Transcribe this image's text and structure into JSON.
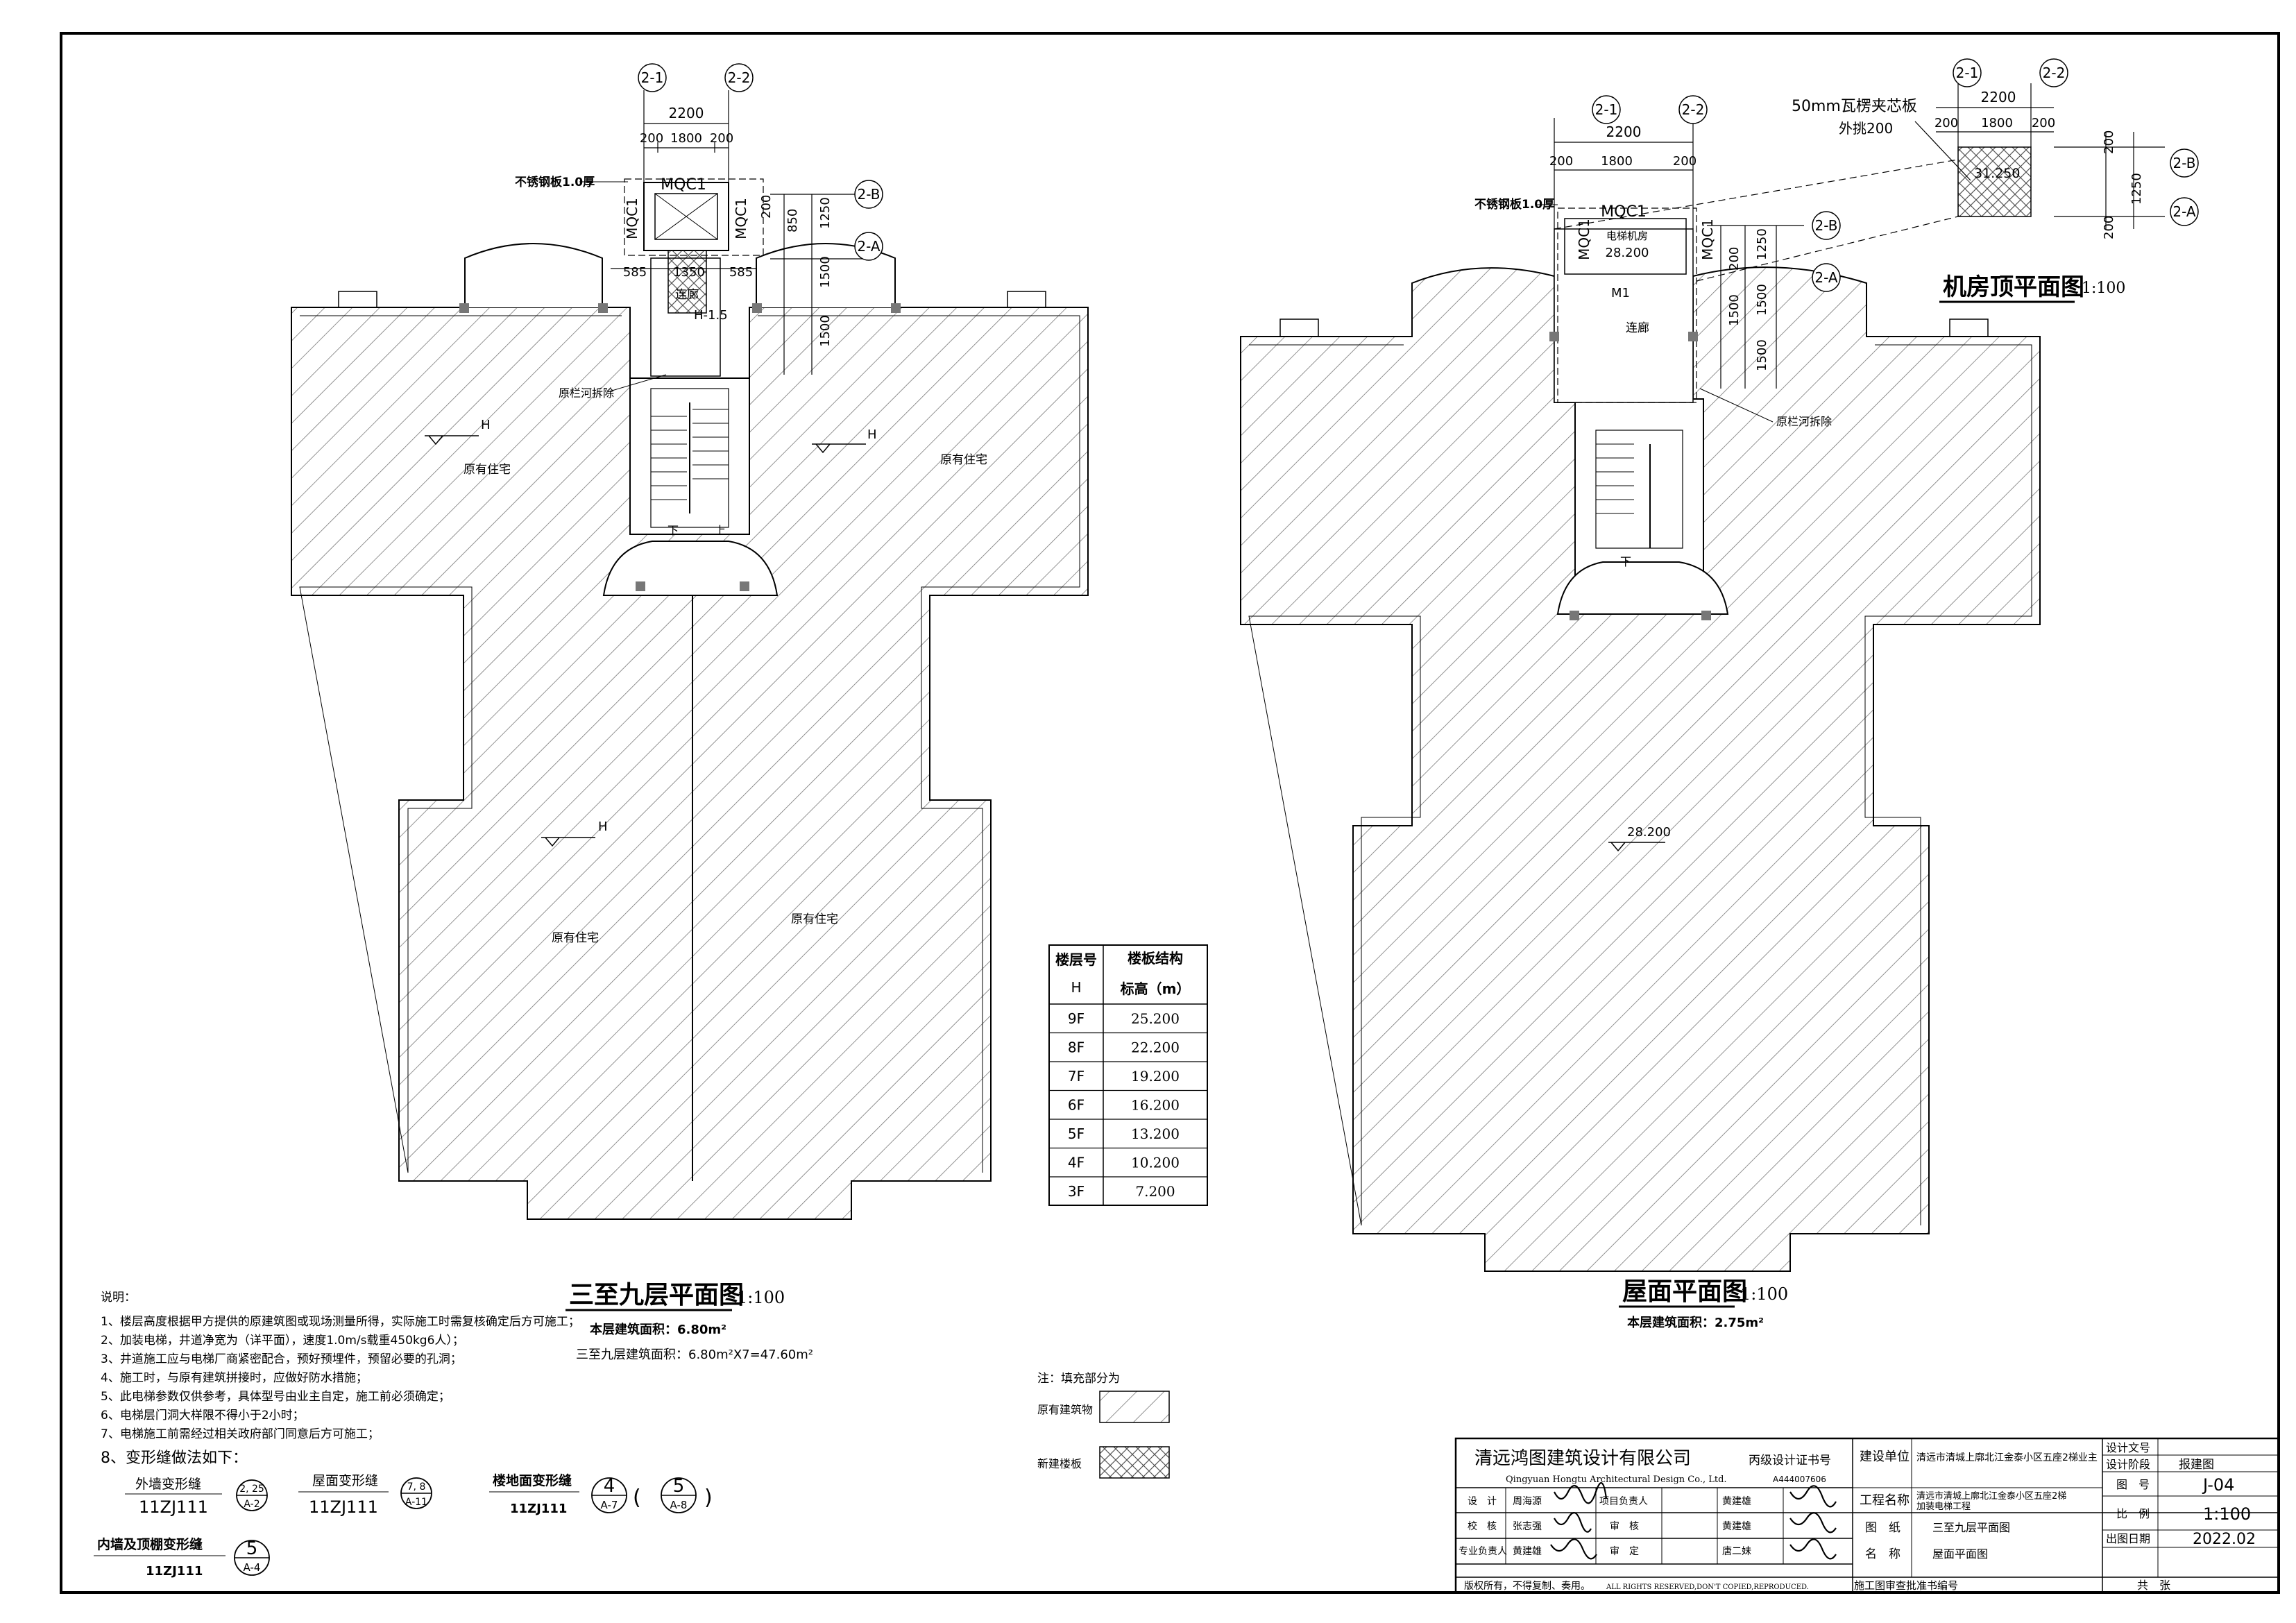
{
  "plan_left": {
    "title": "三至九层平面图",
    "scale": "1:100",
    "area_line": "本层建筑面积：6.80m²",
    "total_area_line": "三至九层建筑面积：6.80m²X7=47.60m²",
    "mqc_label": "MQC1",
    "mqc_side_left": "MQC1",
    "mqc_side_right": "MQC1",
    "steel_note": "不锈钢板1.0厚",
    "corridor": "连廊",
    "h_label": "H-1.5",
    "demolish_note": "原栏河拆除",
    "residence": "原有住宅",
    "level_mark": "H",
    "stair_down": "下",
    "stair_up": "上",
    "dims": {
      "top_overall": "2200",
      "top_left": "200",
      "top_mid": "1800",
      "top_right": "200",
      "corridor_width": "1350",
      "side_left": "585",
      "side_right": "585",
      "v_200": "200",
      "v_850": "850",
      "v_1250": "1250",
      "v_1500a": "1500",
      "v_1500b": "1500"
    },
    "axes": {
      "a21": "2-1",
      "a22": "2-2",
      "a2b": "2-B",
      "a2a": "2-A"
    }
  },
  "plan_right": {
    "title": "屋面平面图",
    "scale": "1:100",
    "area_line": "本层建筑面积：2.75m²",
    "mqc_label": "MQC1",
    "mqc_side_left": "MQC1",
    "mqc_side_right": "MQC1",
    "steel_note": "不锈钢板1.0厚",
    "machine_room": "电梯机房",
    "machine_elev": "28.200",
    "m1": "M1",
    "corridor": "连廊",
    "demolish_note": "原栏河拆除",
    "roof_elev": "28.200",
    "stair_down": "下",
    "dims": {
      "top_overall": "2200",
      "top_left": "200",
      "top_mid": "1800",
      "top_right": "200",
      "v_200": "200",
      "v_1250": "1250",
      "v_1500a": "1500",
      "v_1500b": "1500",
      "v_1500c": "1500"
    },
    "axes": {
      "a21": "2-1",
      "a22": "2-2",
      "a2b": "2-B",
      "a2a": "2-A"
    }
  },
  "machine_roof": {
    "title": "机房顶平面图",
    "scale": "1:100",
    "note_board": "50mm瓦楞夹芯板",
    "note_overhang": "外挑200",
    "elev": "31.250",
    "dims": {
      "top_overall": "2200",
      "left": "200",
      "mid": "1800",
      "right": "200",
      "v_200a": "200",
      "v_1250": "1250",
      "v_200b": "200"
    },
    "axes": {
      "a21": "2-1",
      "a22": "2-2",
      "a2b": "2-B",
      "a2a": "2-A"
    }
  },
  "floor_table": {
    "header_1": "楼层号",
    "header_1b": "H",
    "header_2": "楼板结构",
    "header_2b": "标高（m）",
    "rows": [
      {
        "floor": "9F",
        "elev": "25.200"
      },
      {
        "floor": "8F",
        "elev": "22.200"
      },
      {
        "floor": "7F",
        "elev": "19.200"
      },
      {
        "floor": "6F",
        "elev": "16.200"
      },
      {
        "floor": "5F",
        "elev": "13.200"
      },
      {
        "floor": "4F",
        "elev": "10.200"
      },
      {
        "floor": "3F",
        "elev": "7.200"
      }
    ]
  },
  "notes": {
    "heading": "说明：",
    "items": [
      "1、楼层高度根据甲方提供的原建筑图或现场测量所得，实际施工时需复核确定后方可施工；",
      "2、加装电梯，井道净宽为（详平面），速度1.0m/s载重450kg6人）；",
      "3、井道施工应与电梯厂商紧密配合，预好预埋件，预留必要的孔洞；",
      "4、施工时，与原有建筑拼接时，应做好防水措施；",
      "5、此电梯参数仅供参考，具体型号由业主自定，施工前必须确定；",
      "6、电梯层门洞大样限不得小于2小时；",
      "7、电梯施工前需经过相关政府部门同意后方可施工；"
    ],
    "joint_heading": "8、变形缝做法如下：",
    "joints": [
      {
        "label": "外墙变形缝",
        "code": "11ZJ111",
        "top": "2, 25",
        "bottom": "A-2"
      },
      {
        "label": "屋面变形缝",
        "code": "11ZJ111",
        "top": "7, 8",
        "bottom": "A-11"
      },
      {
        "label": "楼地面变形缝",
        "code": "11ZJ111",
        "top": "4",
        "bottom": "A-7",
        "top2": "5",
        "bottom2": "A-8"
      },
      {
        "label": "内墙及顶棚变形缝",
        "code": "11ZJ111",
        "top": "5",
        "bottom": "A-4"
      }
    ]
  },
  "legend": {
    "heading": "注：填充部分为",
    "existing": "原有建筑物",
    "new": "新建楼板"
  },
  "title_block": {
    "company_cn": "清远鸿图建筑设计有限公司",
    "company_en": "Qingyuan  Hongtu Architectural Design Co., Ltd.",
    "cert_label": "丙级设计证书号",
    "cert_no": "A444007606",
    "client_label": "建设单位",
    "client": "清远市清城上廓北江金泰小区五座2梯业主",
    "project_label": "工程名称",
    "project_line1": "清远市清城上廓北江金泰小区五座2梯",
    "project_line2": "加装电梯工程",
    "drawing_label_1": "图　纸",
    "drawing_label_2": "名　称",
    "drawing_name_1": "三至九层平面图",
    "drawing_name_2": "屋面平面图",
    "rows": [
      {
        "role": "设　计",
        "name": "周海源",
        "role2": "项目负责人",
        "name2": "黄建雄"
      },
      {
        "role": "校　核",
        "name": "张志强",
        "role2": "审　核",
        "name2": "黄建雄"
      },
      {
        "role": "专业负责人",
        "name": "黄建雄",
        "role2": "审　定",
        "name2": "唐二妹"
      }
    ],
    "rights_cn": "版权所有，不得复制、奏用。",
    "rights_en": "ALL RIGHTS RESERVED,DON'T COPIED,REPRODUCED.",
    "review_label": "施工图审查批准书编号",
    "doc_no_label": "设计文号",
    "stage_label": "设计阶段",
    "stage_value": "报建图",
    "sheet_no_label": "图　号",
    "sheet_no": "J-04",
    "scale_label": "比　例",
    "scale_value": "1:100",
    "date_label": "出图日期",
    "date_value": "2022.02",
    "total_label": "共　张"
  }
}
